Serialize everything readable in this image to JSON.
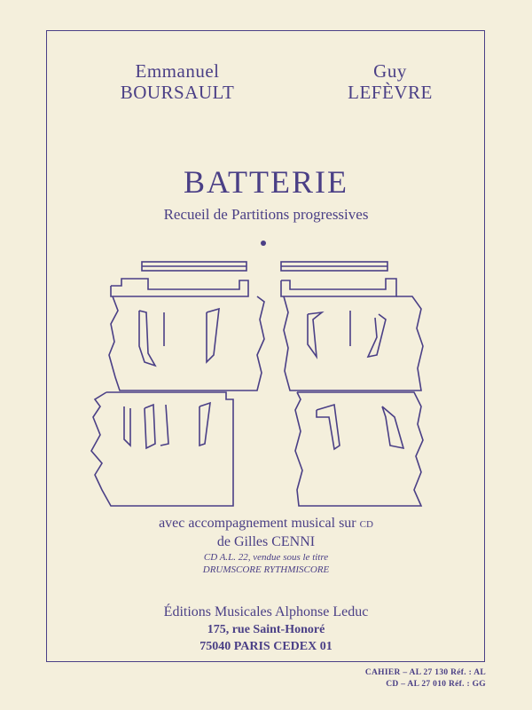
{
  "authors": [
    {
      "first": "Emmanuel",
      "last": "BOURSAULT"
    },
    {
      "first": "Guy",
      "last": "LEFÈVRE"
    }
  ],
  "title": "BATTERIE",
  "subtitle": "Recueil de Partitions progressives",
  "credits": {
    "line1_main": "avec accompagnement musical sur",
    "line1_small": "CD",
    "line2": "de Gilles CENNI",
    "line3": "CD A.L. 22, vendue sous le titre",
    "line4": "DRUMSCORE RYTHMISCORE"
  },
  "publisher": {
    "name": "Éditions Musicales Alphonse Leduc",
    "address1": "175, rue Saint-Honoré",
    "address2": "75040 PARIS CEDEX 01"
  },
  "refs": [
    "CAHIER – AL 27 130  Réf. : AL",
    "CD – AL 27 010  Réf. : GG"
  ],
  "colors": {
    "ink": "#4a3f86",
    "paper": "#f4efdc"
  }
}
